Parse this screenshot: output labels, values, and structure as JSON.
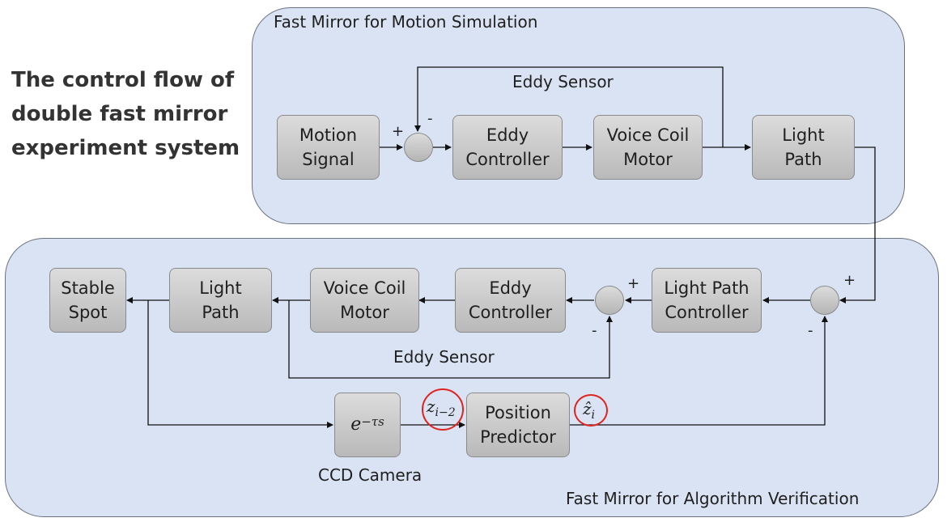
{
  "title": "The control flow of\ndouble fast mirror\nexperiment system",
  "top_panel": {
    "title": "Fast Mirror for Motion Simulation",
    "blocks": {
      "motion_signal": "Motion\nSignal",
      "eddy_controller": "Eddy\nController",
      "voice_coil_motor": "Voice Coil\nMotor",
      "light_path": "Light\nPath"
    },
    "feedback_label": "Eddy Sensor",
    "sum_plus": "+",
    "sum_minus": "-"
  },
  "bottom_panel": {
    "title": "Fast Mirror for Algorithm Verification",
    "blocks": {
      "stable_spot": "Stable\nSpot",
      "light_path": "Light\nPath",
      "voice_coil_motor": "Voice Coil\nMotor",
      "eddy_controller": "Eddy\nController",
      "light_path_controller": "Light Path\nController",
      "position_predictor": "Position\nPredictor"
    },
    "delay_block": "e",
    "delay_exponent": "−τs",
    "feedback_label": "Eddy Sensor",
    "camera_label": "CCD Camera",
    "sum1_plus": "+",
    "sum1_minus": "-",
    "sum2_plus": "+",
    "sum2_minus": "-",
    "signal_z_prev": "z",
    "signal_z_prev_sub": "i−2",
    "signal_z_hat": "ẑ",
    "signal_z_hat_sub": "i",
    "highlight_color": "#e0231f"
  }
}
